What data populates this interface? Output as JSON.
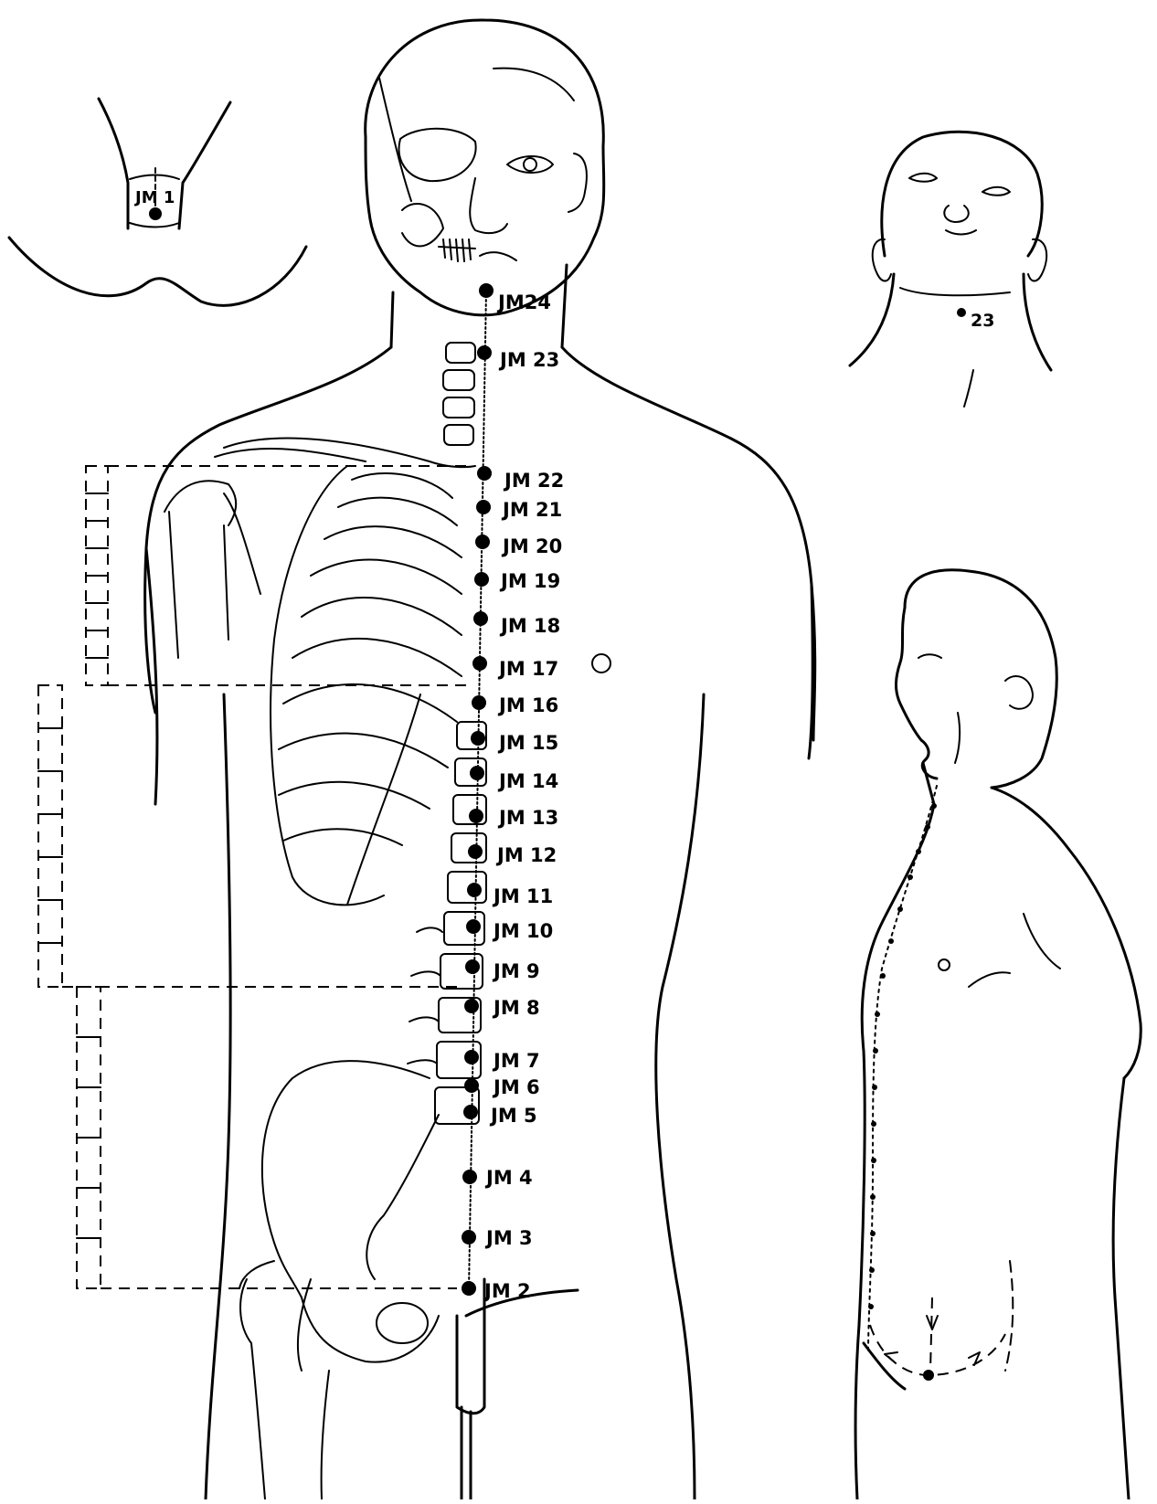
{
  "labels": {
    "jm1": "JM 1",
    "jm24": "JM24",
    "jm23": "JM 23",
    "jm22": "JM 22",
    "jm21": "JM 21",
    "jm20": "JM 20",
    "jm19": "JM 19",
    "jm18": "JM 18",
    "jm17": "JM 17",
    "jm16": "JM 16",
    "jm15": "JM 15",
    "jm14": "JM 14",
    "jm13": "JM 13",
    "jm12": "JM 12",
    "jm11": "JM 11",
    "jm10": "JM 10",
    "jm9": "JM 9",
    "jm8": "JM 8",
    "jm7": "JM 7",
    "jm6": "JM 6",
    "jm5": "JM 5",
    "jm4": "JM 4",
    "jm3": "JM 3",
    "jm2": "JM 2",
    "inset_head_point": "23"
  },
  "colors": {
    "ink": "#000000",
    "paper": "#ffffff"
  }
}
